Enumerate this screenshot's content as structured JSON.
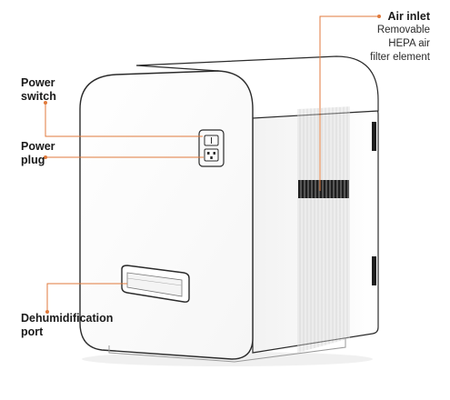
{
  "labels": {
    "power_switch": [
      "Power",
      "switch"
    ],
    "power_plug": [
      "Power",
      "plug"
    ],
    "dehumidification_port": [
      "Dehumidification",
      "port"
    ],
    "air_inlet": {
      "title": "Air inlet",
      "description": [
        "Removable",
        "HEPA air",
        "filter element"
      ]
    }
  },
  "colors": {
    "leader_line": "#e07a3c",
    "outline": "#2b2b2b",
    "filter_stripe": "#1e1e1e",
    "filter_band": "#555555"
  }
}
